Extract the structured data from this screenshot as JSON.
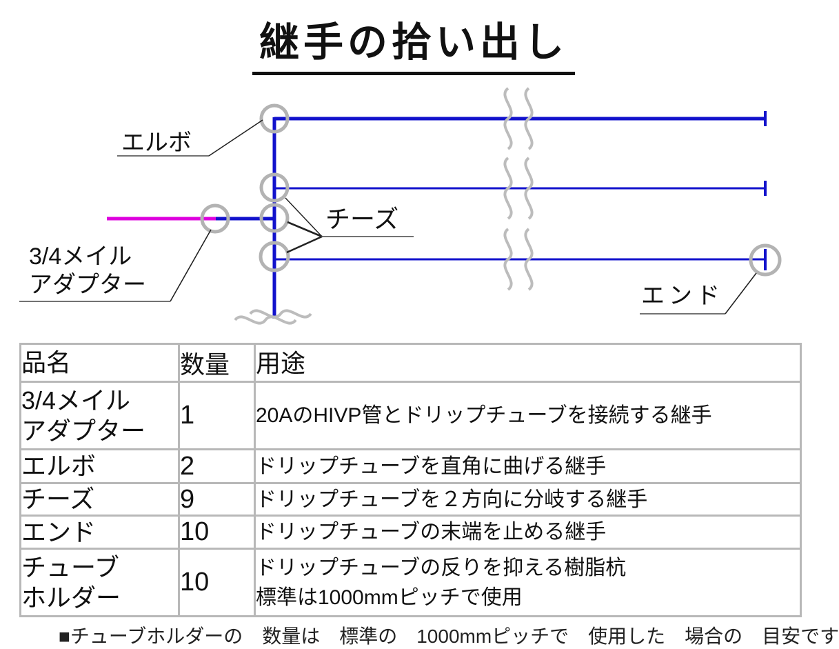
{
  "title": "継手の拾い出し",
  "diagram": {
    "labels": {
      "elbow": "エルボ",
      "tee": "チーズ",
      "adapter_line1": "3/4メイル",
      "adapter_line2": "アダプター",
      "end": "エンド"
    },
    "colors": {
      "pipe_blue": "#1212cc",
      "supply_magenta": "#dd00dd",
      "fitting_circle_gray": "#b3b3b3",
      "break_mark_gray": "#bcbcbc",
      "leader_black": "#222222"
    }
  },
  "table": {
    "headers": [
      "品名",
      "数量",
      "用途"
    ],
    "rows": [
      {
        "name_lines": [
          "3/4メイル",
          "アダプター"
        ],
        "qty": "1",
        "usage_lines": [
          "20AのHIVP管とドリップチューブを接続する継手"
        ]
      },
      {
        "name_lines": [
          "エルボ"
        ],
        "qty": "2",
        "usage_lines": [
          "ドリップチューブを直角に曲げる継手"
        ]
      },
      {
        "name_lines": [
          "チーズ"
        ],
        "qty": "9",
        "usage_lines": [
          "ドリップチューブを２方向に分岐する継手"
        ]
      },
      {
        "name_lines": [
          "エンド"
        ],
        "qty": "10",
        "usage_lines": [
          "ドリップチューブの末端を止める継手"
        ]
      },
      {
        "name_lines": [
          "チューブ",
          "ホルダー"
        ],
        "qty": "10",
        "usage_lines": [
          "ドリップチューブの反りを抑える樹脂杭",
          "標準は1000mmピッチで使用"
        ]
      }
    ]
  },
  "clipped_note": "■チューブホルダーの　数量は　標準の　1000mmピッチで　使用した　場合の　目安です"
}
